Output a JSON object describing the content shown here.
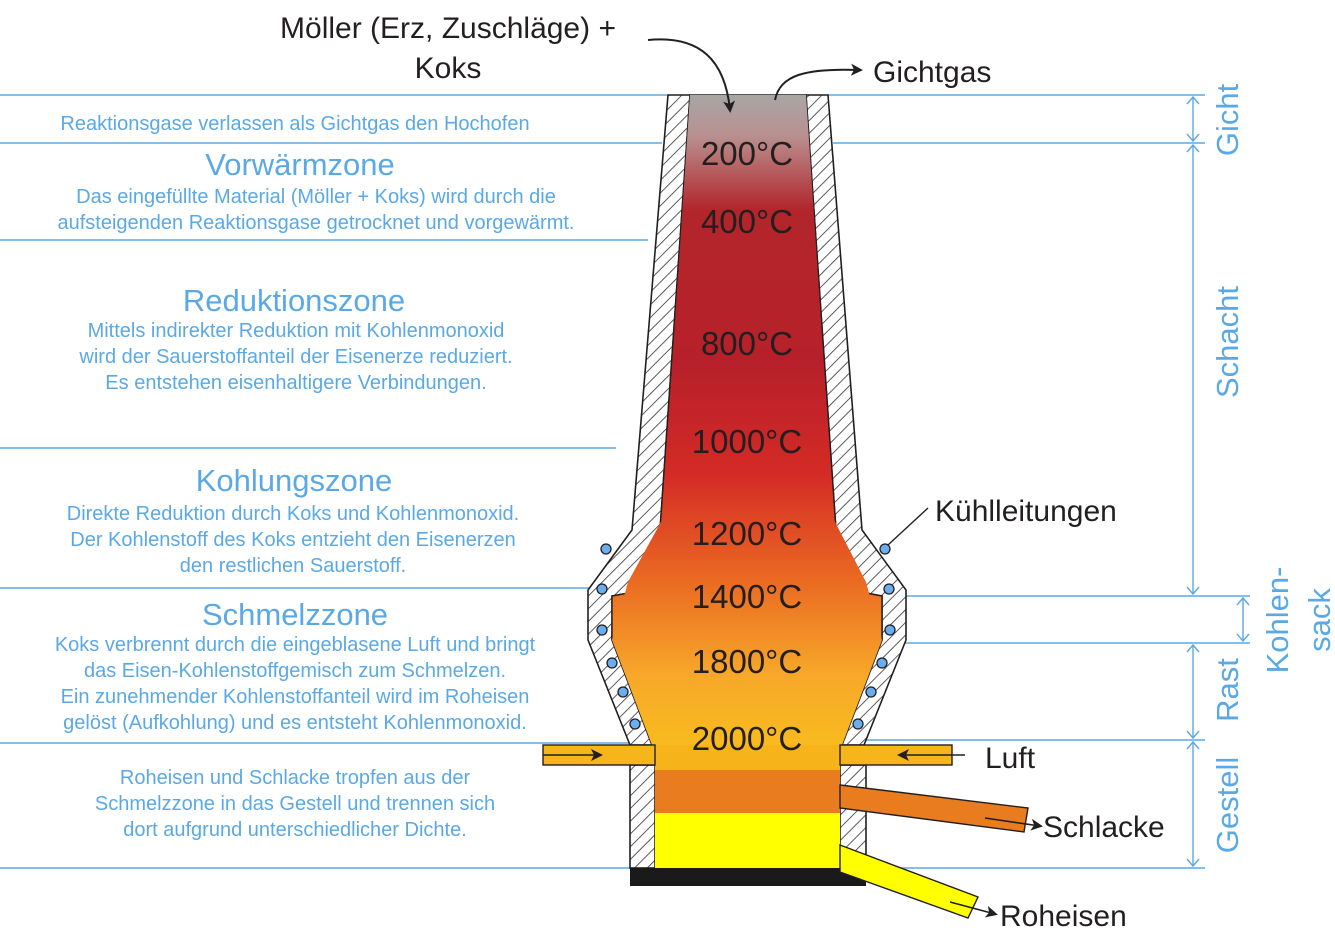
{
  "colors": {
    "annotation_blue": "#5aa9e6",
    "dark_text": "#231f20",
    "slag_orange": "#e87c1e",
    "iron_yellow": "#ffff00",
    "air_orange": "#f5b51b",
    "wall_hatch": "#333333",
    "cooling_pipe": "#6aaef0"
  },
  "inputs": {
    "charge_line1": "Möller (Erz, Zuschläge) +",
    "charge_line2": "Koks",
    "top_gas": "Gichtgas"
  },
  "labels": {
    "cooling_lines": "Kühlleitungen",
    "air": "Luft",
    "slag": "Schlacke",
    "pig_iron": "Roheisen"
  },
  "temperatures": [
    "200°C",
    "400°C",
    "800°C",
    "1000°C",
    "1200°C",
    "1400°C",
    "1800°C",
    "2000°C"
  ],
  "sections": {
    "throat": "Gicht",
    "shaft": "Schacht",
    "belly_line1": "Kohlen-",
    "belly_line2": "sack",
    "bosh": "Rast",
    "hearth": "Gestell"
  },
  "zones": {
    "throat_text": "Reaktionsgase verlassen als Gichtgas den Hochofen",
    "preheat": {
      "title": "Vorwärmzone",
      "line1": "Das eingefüllte Material (Möller + Koks) wird durch die",
      "line2": "aufsteigenden Reaktionsgase getrocknet und vorgewärmt."
    },
    "reduction": {
      "title": "Reduktionszone",
      "line1": "Mittels indirekter Reduktion mit Kohlenmonoxid",
      "line2": "wird der Sauerstoffanteil der Eisenerze reduziert.",
      "line3": "Es entstehen eisenhaltigere Verbindungen."
    },
    "carburizing": {
      "title": "Kohlungszone",
      "line1": "Direkte Reduktion durch Koks und Kohlenmonoxid.",
      "line2": "Der Kohlenstoff des Koks entzieht den Eisenerzen",
      "line3": "den restlichen Sauerstoff."
    },
    "melting": {
      "title": "Schmelzzone",
      "line1": "Koks verbrennt durch die eingeblasene Luft und bringt",
      "line2": "das Eisen-Kohlenstoffgemisch zum Schmelzen.",
      "line3": "Ein zunehmender Kohlenstoffanteil wird im Roheisen",
      "line4": "gelöst (Aufkohlung) und es entsteht Kohlenmonoxid."
    },
    "hearth_text": {
      "line1": "Roheisen und Schlacke tropfen aus der",
      "line2": "Schmelzzone in das Gestell und trennen sich",
      "line3": "dort aufgrund unterschiedlicher Dichte."
    }
  }
}
